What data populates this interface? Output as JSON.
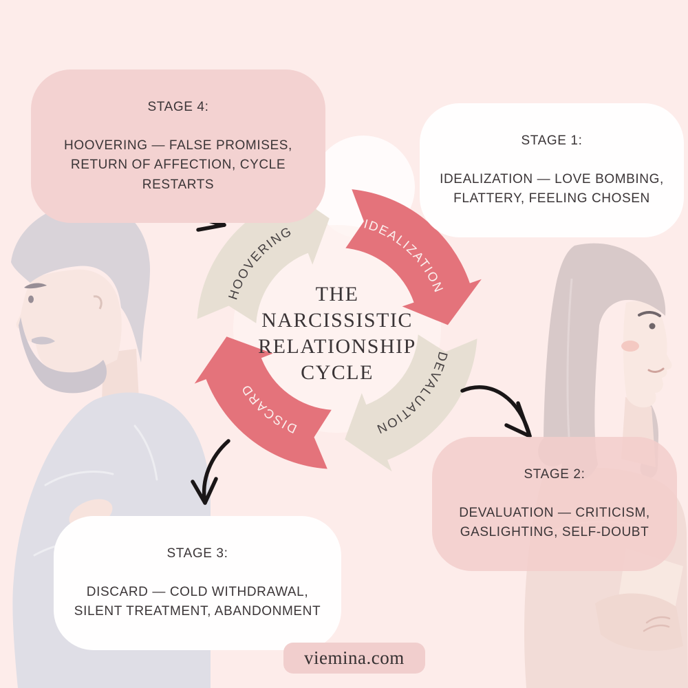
{
  "palette": {
    "background": "#fdecea",
    "arc_pink": "#e4737b",
    "arc_beige": "#e7dfd3",
    "bubble_pink": "#f3d2d1",
    "bubble_white": "#fffefe",
    "badge_pink": "#f1cecd",
    "text_dark": "#3b3537",
    "arrow_black": "#1a1617"
  },
  "title": {
    "text": "THE\nNARCISSISTIC\nRELATIONSHIP\nCYCLE"
  },
  "cycle": {
    "stages": [
      {
        "label": "IDEALIZATION",
        "arc_color": "#e4737b",
        "label_color": "#fbf1ef"
      },
      {
        "label": "DEVALUATION",
        "arc_color": "#e7dfd3",
        "label_color": "#454041"
      },
      {
        "label": "DISCARD",
        "arc_color": "#e4737b",
        "label_color": "#fbf1ef"
      },
      {
        "label": "HOOVERING",
        "arc_color": "#e7dfd3",
        "label_color": "#454041"
      }
    ]
  },
  "bubbles": [
    {
      "heading": "STAGE 1:",
      "body": "IDEALIZATION — LOVE BOMBING,\nFLATTERY, FEELING CHOSEN",
      "bg": "#fffefe"
    },
    {
      "heading": "STAGE 2:",
      "body": "DEVALUATION — CRITICISM,\nGASLIGHTING, SELF-DOUBT",
      "bg": "rgba(242,206,203,0.87)"
    },
    {
      "heading": "STAGE 3:",
      "body": "DISCARD — COLD WITHDRAWAL,\nSILENT TREATMENT, ABANDONMENT",
      "bg": "#fffefe"
    },
    {
      "heading": "STAGE 4:",
      "body": "HOOVERING — FALSE PROMISES,\nRETURN OF AFFECTION, CYCLE\nRESTARTS",
      "bg": "#f3d2d1"
    }
  ],
  "watermark": {
    "text": "viemina.com",
    "bg": "#f1cecd"
  }
}
